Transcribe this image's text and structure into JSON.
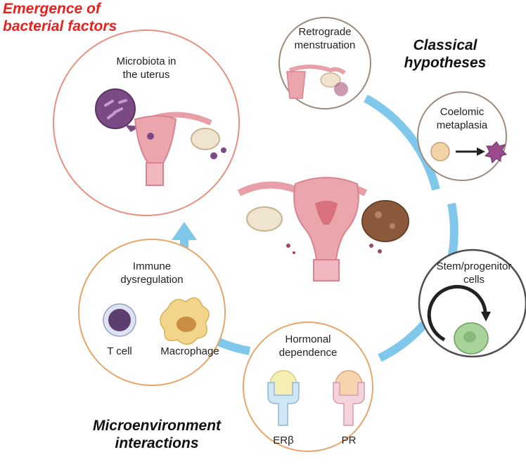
{
  "headings": {
    "bacterial": "Emergence of bacterial factors",
    "classical": "Classical hypotheses",
    "microenvironment": "Microenvironment interactions"
  },
  "nodes": {
    "microbiota": {
      "label": "Microbiota in the uterus"
    },
    "retrograde": {
      "label": "Retrograde menstruation"
    },
    "coelomic": {
      "label": "Coelomic metaplasia"
    },
    "stem": {
      "label": "Stem/progenitor cells"
    },
    "hormonal": {
      "label": "Hormonal dependence",
      "receptor_1": "ERβ",
      "receptor_2": "PR"
    },
    "immune": {
      "label": "Immune dysregulation",
      "cell_1": "T cell",
      "cell_2": "Macrophage"
    }
  },
  "colors": {
    "highlight_red": "#e8231f",
    "circle_red": "#e98f80",
    "circle_gray": "#9c8a7c",
    "circle_orange": "#e8a56a",
    "ring_blue": "#7fc8ec",
    "tissue_pink": "#e8a0a8",
    "cyst_brown": "#8b5a3c"
  }
}
